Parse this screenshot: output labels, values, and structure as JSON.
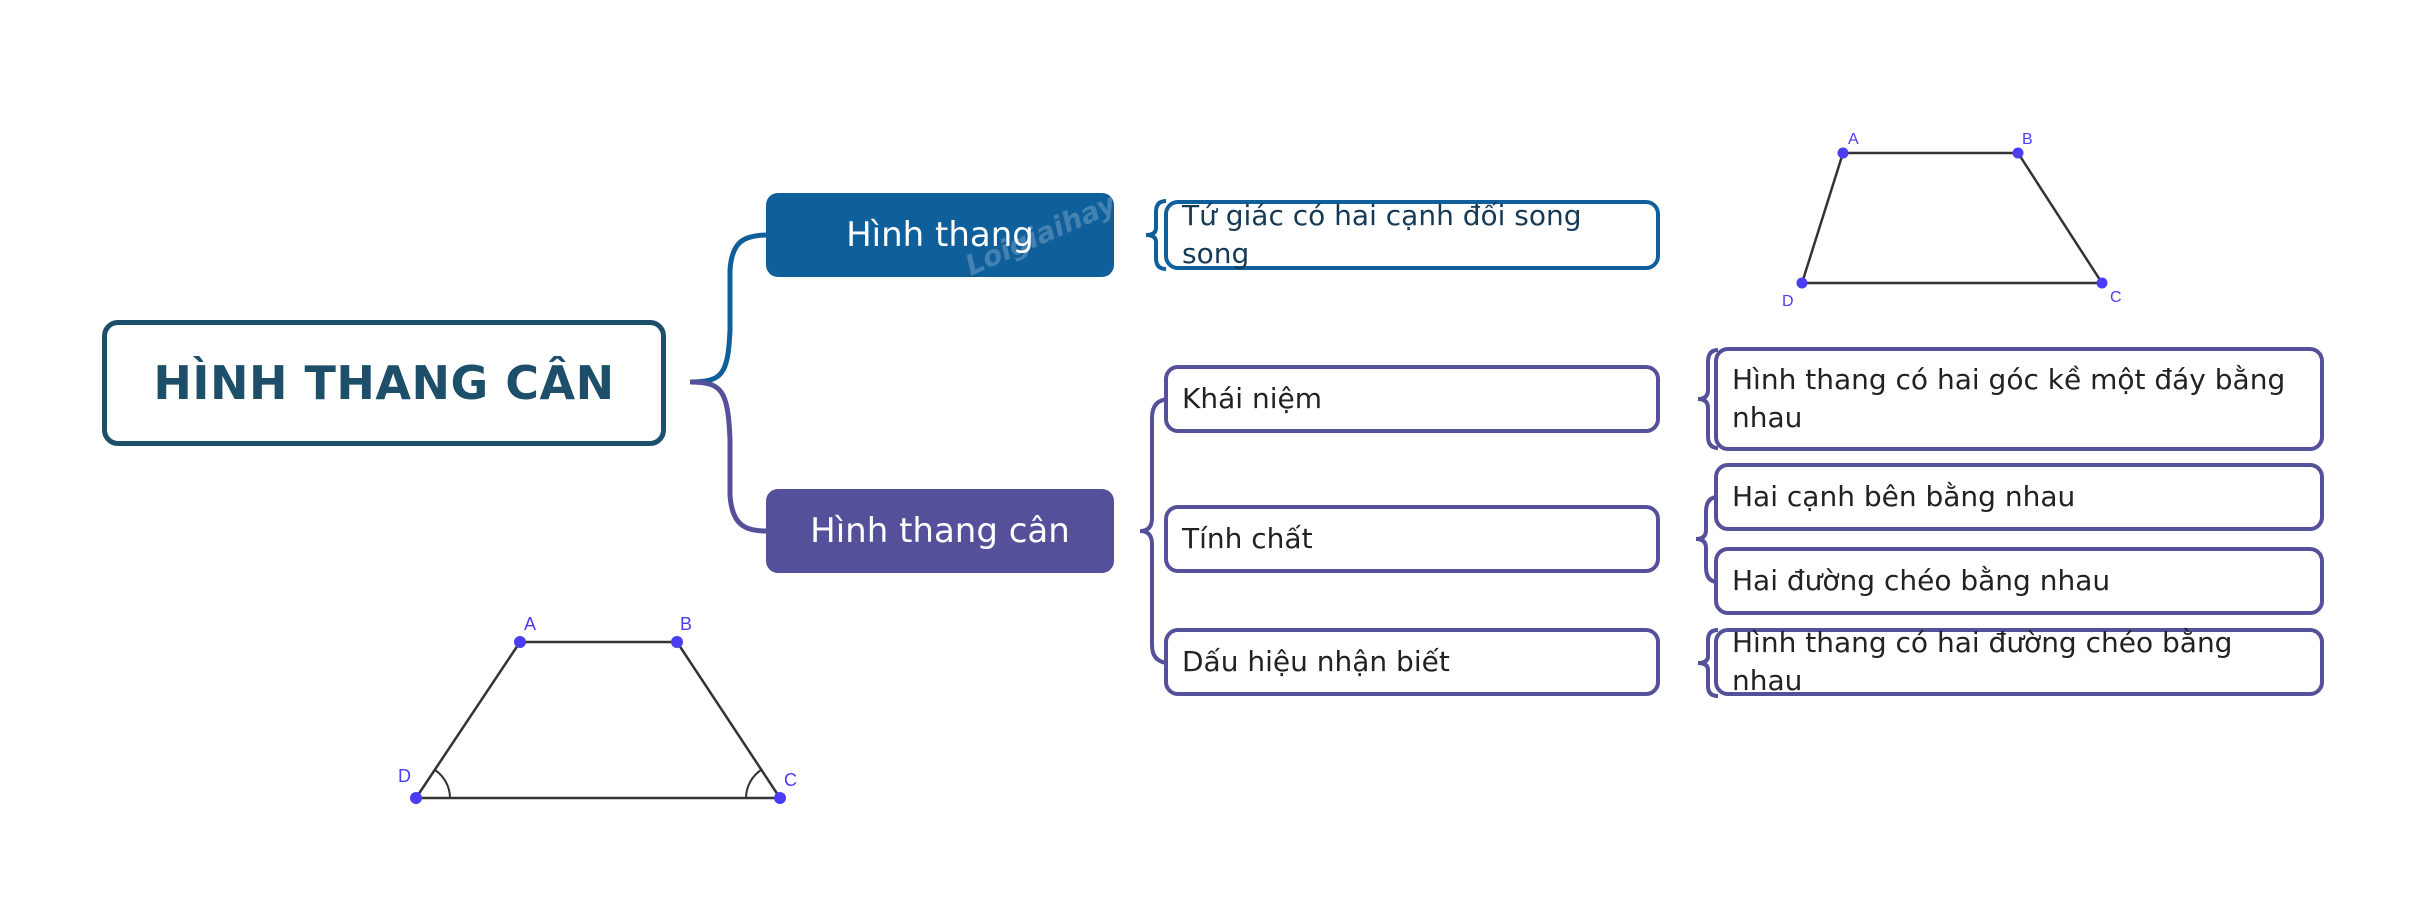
{
  "root": {
    "label": "HÌNH THANG CÂN"
  },
  "branches": {
    "hinh_thang": {
      "label": "Hình thang",
      "definition": "Tứ giác có hai cạnh đối song song"
    },
    "hinh_thang_can": {
      "label": "Hình thang cân",
      "topics": [
        {
          "label": "Khái niệm",
          "details": [
            "Hình thang có hai góc kề một đáy bằng nhau"
          ]
        },
        {
          "label": "Tính chất",
          "details": [
            "Hai cạnh bên bằng nhau",
            "Hai đường chéo bằng nhau"
          ]
        },
        {
          "label": "Dấu hiệu nhận biết",
          "details": [
            "Hình thang có hai đường chéo bằng nhau"
          ]
        }
      ]
    }
  },
  "figures": {
    "trapezoid_top": {
      "vertices": [
        "A",
        "B",
        "C",
        "D"
      ]
    },
    "trapezoid_bottom": {
      "vertices": [
        "A",
        "B",
        "C",
        "D"
      ]
    }
  },
  "watermark": "Loigiaihay",
  "colors": {
    "root_border": "#1d4f6b",
    "branch_blue": "#0f5f9b",
    "branch_purple": "#54509a",
    "point": "#4a3df5"
  }
}
